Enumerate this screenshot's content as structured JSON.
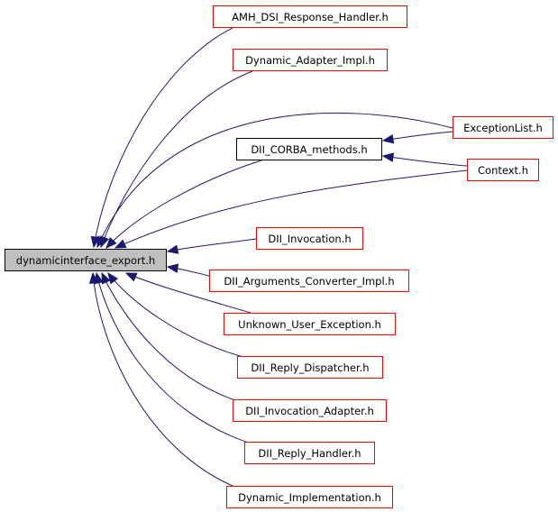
{
  "diagram": {
    "type": "include-dependency-graph",
    "root": {
      "id": "root",
      "label": "dynamicinterface_export.h",
      "style": "highlighted"
    },
    "nodes": [
      {
        "id": "amh",
        "label": "AMH_DSI_Response_Handler.h",
        "style": "red"
      },
      {
        "id": "dyn_adapter",
        "label": "Dynamic_Adapter_Impl.h",
        "style": "red"
      },
      {
        "id": "corba_methods",
        "label": "DII_CORBA_methods.h",
        "style": "black"
      },
      {
        "id": "exception_list",
        "label": "ExceptionList.h",
        "style": "red"
      },
      {
        "id": "context",
        "label": "Context.h",
        "style": "red"
      },
      {
        "id": "invocation",
        "label": "DII_Invocation.h",
        "style": "red"
      },
      {
        "id": "args_conv",
        "label": "DII_Arguments_Converter_Impl.h",
        "style": "red"
      },
      {
        "id": "unknown_user",
        "label": "Unknown_User_Exception.h",
        "style": "red"
      },
      {
        "id": "reply_disp",
        "label": "DII_Reply_Dispatcher.h",
        "style": "red"
      },
      {
        "id": "inv_adapter",
        "label": "DII_Invocation_Adapter.h",
        "style": "red"
      },
      {
        "id": "reply_handler",
        "label": "DII_Reply_Handler.h",
        "style": "red"
      },
      {
        "id": "dyn_impl",
        "label": "Dynamic_Implementation.h",
        "style": "red"
      }
    ],
    "edges": [
      {
        "from": "amh",
        "to": "root"
      },
      {
        "from": "dyn_adapter",
        "to": "root"
      },
      {
        "from": "exception_list",
        "to": "root"
      },
      {
        "from": "corba_methods",
        "to": "root"
      },
      {
        "from": "context",
        "to": "root"
      },
      {
        "from": "invocation",
        "to": "root"
      },
      {
        "from": "args_conv",
        "to": "root"
      },
      {
        "from": "unknown_user",
        "to": "root"
      },
      {
        "from": "reply_disp",
        "to": "root"
      },
      {
        "from": "inv_adapter",
        "to": "root"
      },
      {
        "from": "reply_handler",
        "to": "root"
      },
      {
        "from": "dyn_impl",
        "to": "root"
      },
      {
        "from": "exception_list",
        "to": "corba_methods"
      },
      {
        "from": "context",
        "to": "corba_methods"
      }
    ],
    "colors": {
      "edge": "#191970",
      "node_border_red": "#ff0000",
      "root_fill": "#bfbfbf"
    }
  }
}
